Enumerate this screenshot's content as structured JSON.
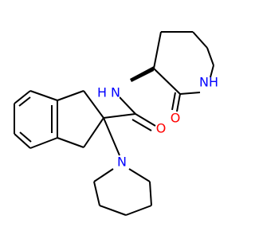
{
  "molecule": {
    "atoms": {
      "amide_nitrogen": "N",
      "amide_hydrogen": "H",
      "lactam_nitrogen": "N",
      "lactam_hydrogen": "H",
      "lactam_oxygen": "O",
      "carboxamide_oxygen": "O",
      "piperidine_nitrogen": "N"
    },
    "colors": {
      "nitrogen": "#0000ff",
      "oxygen": "#ff0000",
      "carbon_bonds": "#000000"
    }
  }
}
